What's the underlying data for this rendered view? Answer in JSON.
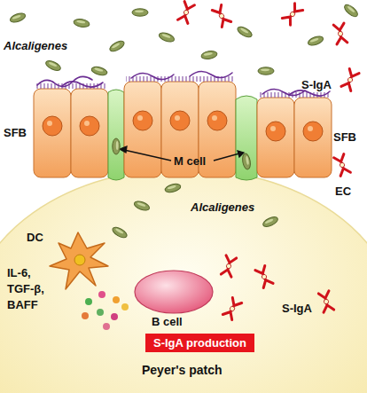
{
  "diagram": {
    "nodes": [
      {
        "text": [
          "Peyer's patch"
        ]
      },
      {
        "text": [
          "DC"
        ],
        "in": 0
      },
      {
        "text": [
          "B cell"
        ],
        "in": 0
      },
      {
        "text": [
          "S-IgA production"
        ],
        "in": 0
      }
    ],
    "labels": [
      "Alcaligenes",
      "S-IgA",
      "SFB",
      "SFB",
      "M cell",
      "EC",
      "Alcaligenes",
      "IL-6,",
      "TGF-β,",
      "BAFF",
      "S-IgA"
    ]
  }
}
